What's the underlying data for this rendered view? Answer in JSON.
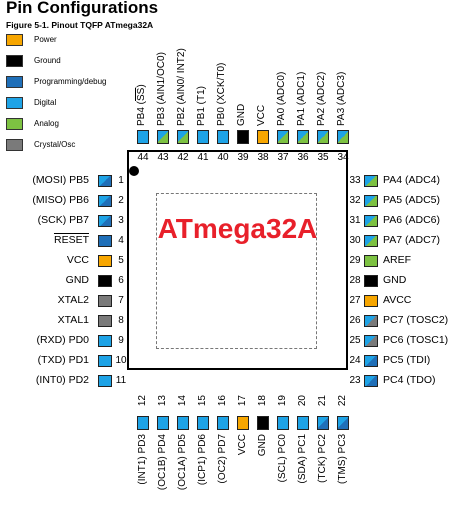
{
  "title": "Pin Configurations",
  "caption": "Figure 5-1.  Pinout TQFP ATmega32A",
  "chip_name": "ATmega32A",
  "colors": {
    "power": "#f7a600",
    "ground": "#000000",
    "programming": "#1f6fb8",
    "digital": "#1ea3e6",
    "analog": "#7dc242",
    "crystal": "#7a7a7a"
  },
  "legend": [
    {
      "key": "power",
      "label": "Power"
    },
    {
      "key": "ground",
      "label": "Ground"
    },
    {
      "key": "programming",
      "label": "Programming/debug"
    },
    {
      "key": "digital",
      "label": "Digital"
    },
    {
      "key": "analog",
      "label": "Analog"
    },
    {
      "key": "crystal",
      "label": "Crystal/Osc"
    }
  ],
  "pins": {
    "left": [
      {
        "num": "1",
        "label": "(MOSI) PB5",
        "types": [
          "digital",
          "programming"
        ]
      },
      {
        "num": "2",
        "label": "(MISO) PB6",
        "types": [
          "digital",
          "programming"
        ]
      },
      {
        "num": "3",
        "label": "(SCK) PB7",
        "types": [
          "digital",
          "programming"
        ]
      },
      {
        "num": "4",
        "label": "RESET",
        "overline": true,
        "types": [
          "programming"
        ]
      },
      {
        "num": "5",
        "label": "VCC",
        "types": [
          "power"
        ]
      },
      {
        "num": "6",
        "label": "GND",
        "types": [
          "ground"
        ]
      },
      {
        "num": "7",
        "label": "XTAL2",
        "types": [
          "crystal"
        ]
      },
      {
        "num": "8",
        "label": "XTAL1",
        "types": [
          "crystal"
        ]
      },
      {
        "num": "9",
        "label": "(RXD) PD0",
        "types": [
          "digital"
        ]
      },
      {
        "num": "10",
        "label": "(TXD) PD1",
        "types": [
          "digital"
        ]
      },
      {
        "num": "11",
        "label": "(INT0) PD2",
        "types": [
          "digital"
        ]
      }
    ],
    "bottom": [
      {
        "num": "12",
        "label": "(INT1) PD3",
        "types": [
          "digital"
        ]
      },
      {
        "num": "13",
        "label": "(OC1B) PD4",
        "types": [
          "digital"
        ]
      },
      {
        "num": "14",
        "label": "(OC1A) PD5",
        "types": [
          "digital"
        ]
      },
      {
        "num": "15",
        "label": "(ICP1) PD6",
        "types": [
          "digital"
        ]
      },
      {
        "num": "16",
        "label": "(OC2) PD7",
        "types": [
          "digital"
        ]
      },
      {
        "num": "17",
        "label": "VCC",
        "types": [
          "power"
        ]
      },
      {
        "num": "18",
        "label": "GND",
        "types": [
          "ground"
        ]
      },
      {
        "num": "19",
        "label": "(SCL) PC0",
        "types": [
          "digital"
        ]
      },
      {
        "num": "20",
        "label": "(SDA) PC1",
        "types": [
          "digital"
        ]
      },
      {
        "num": "21",
        "label": "(TCK) PC2",
        "types": [
          "digital",
          "programming"
        ]
      },
      {
        "num": "22",
        "label": "(TMS) PC3",
        "types": [
          "digital",
          "programming"
        ]
      }
    ],
    "right": [
      {
        "num": "33",
        "label": "PA4 (ADC4)",
        "types": [
          "digital",
          "analog"
        ]
      },
      {
        "num": "32",
        "label": "PA5 (ADC5)",
        "types": [
          "digital",
          "analog"
        ]
      },
      {
        "num": "31",
        "label": "PA6 (ADC6)",
        "types": [
          "digital",
          "analog"
        ]
      },
      {
        "num": "30",
        "label": "PA7 (ADC7)",
        "types": [
          "digital",
          "analog"
        ]
      },
      {
        "num": "29",
        "label": "AREF",
        "types": [
          "analog"
        ]
      },
      {
        "num": "28",
        "label": "GND",
        "types": [
          "ground"
        ]
      },
      {
        "num": "27",
        "label": "AVCC",
        "types": [
          "power"
        ]
      },
      {
        "num": "26",
        "label": "PC7 (TOSC2)",
        "types": [
          "digital",
          "crystal"
        ]
      },
      {
        "num": "25",
        "label": "PC6 (TOSC1)",
        "types": [
          "digital",
          "crystal"
        ]
      },
      {
        "num": "24",
        "label": "PC5 (TDI)",
        "types": [
          "digital",
          "programming"
        ]
      },
      {
        "num": "23",
        "label": "PC4 (TDO)",
        "types": [
          "digital",
          "programming"
        ]
      }
    ],
    "top": [
      {
        "num": "44",
        "label": "PB4 (SS)",
        "types": [
          "digital"
        ]
      },
      {
        "num": "43",
        "label": "PB3 (AIN1/OC0)",
        "types": [
          "digital",
          "analog"
        ]
      },
      {
        "num": "42",
        "label": "PB2 (AIN0/ INT2)",
        "types": [
          "digital",
          "analog"
        ]
      },
      {
        "num": "41",
        "label": "PB1 (T1)",
        "types": [
          "digital"
        ]
      },
      {
        "num": "40",
        "label": "PB0 (XCK/T0)",
        "types": [
          "digital"
        ]
      },
      {
        "num": "39",
        "label": "GND",
        "types": [
          "ground"
        ]
      },
      {
        "num": "38",
        "label": "VCC",
        "types": [
          "power"
        ]
      },
      {
        "num": "37",
        "label": "PA0 (ADC0)",
        "types": [
          "digital",
          "analog"
        ]
      },
      {
        "num": "36",
        "label": "PA1 (ADC1)",
        "types": [
          "digital",
          "analog"
        ]
      },
      {
        "num": "35",
        "label": "PA2 (ADC2)",
        "types": [
          "digital",
          "analog"
        ]
      },
      {
        "num": "34",
        "label": "PA3 (ADC3)",
        "types": [
          "digital",
          "analog"
        ]
      }
    ]
  }
}
